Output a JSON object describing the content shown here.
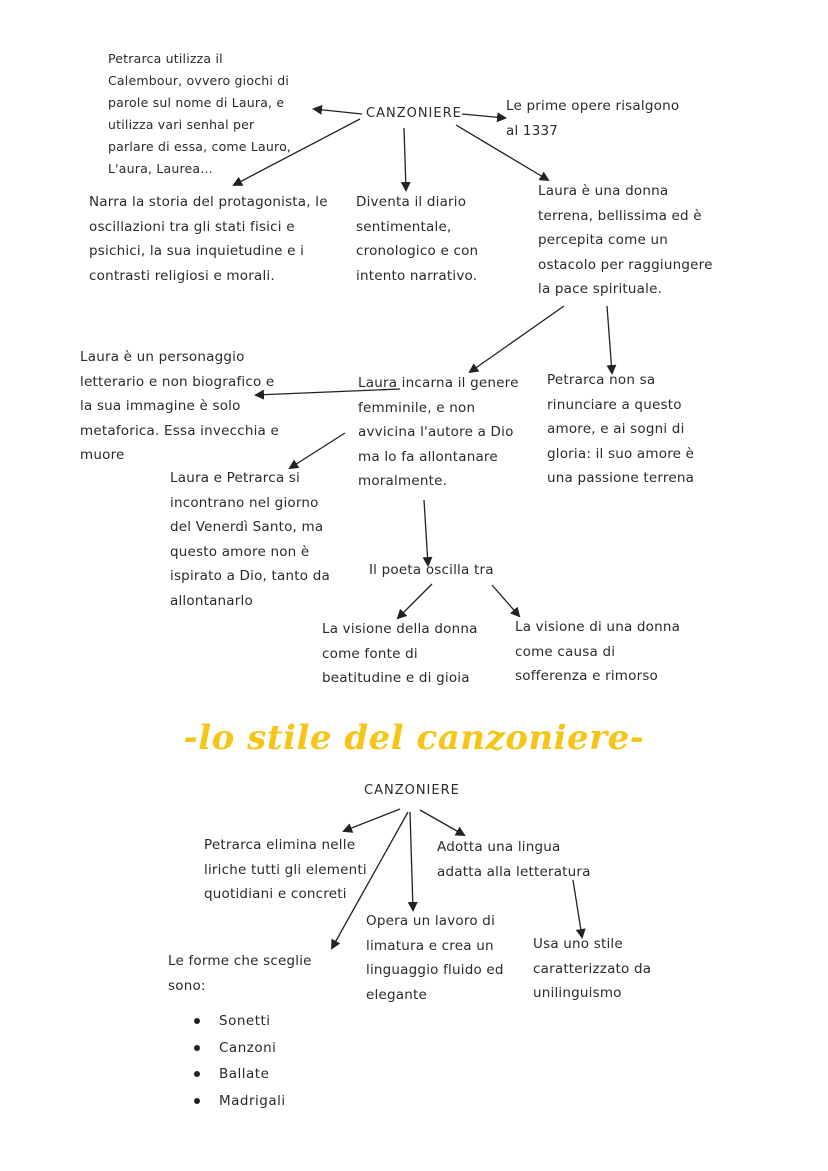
{
  "map1": {
    "center": "CANZONIERE",
    "calembour": "Petrarca utilizza il\nCalembour, ovvero giochi di\nparole sul nome di Laura, e\nutilizza vari senhal per\nparlare di essa, come Lauro,\nL'aura, Laurea...",
    "prime_opere": "Le prime opere risalgono\nal 1337",
    "narra": "Narra la storia del protagonista, le\noscillazioni tra gli stati fisici e\npsichici, la sua inquietudine e i\ncontrasti religiosi e morali.",
    "diario": "Diventa il diario\nsentimentale,\ncronologico e con\nintento narrativo.",
    "laura_donna": "Laura è una donna\nterrena, bellissima ed è\npercepita come un\nostacolo per raggiungere\nla pace spirituale.",
    "laura_personaggio": "Laura è un personaggio\nletterario e non biografico e\nla sua immagine è solo\nmetaforica. Essa invecchia e\nmuore",
    "laura_incarna": "Laura incarna il genere\nfemminile, e non\navvicina l'autore a Dio\nma lo fa allontanare\nmoralmente.",
    "petrarca_rinunciare": "Petrarca non sa\nrinunciare a questo\namore, e ai sogni di\ngloria: il suo amore è\nuna passione terrena",
    "venerdi_santo": "Laura e Petrarca si\nincontrano nel giorno\ndel Venerdì Santo, ma\nquesto amore non è\nispirato a Dio, tanto da\nallontanarlo",
    "poeta_oscilla": "Il poeta oscilla tra",
    "visione_gioia": "La visione della donna\ncome fonte di\nbeatitudine e di gioia",
    "visione_rimorso": "La visione di una donna\ncome causa di\nsofferenza e rimorso"
  },
  "section_title": "-lo stile del canzoniere-",
  "map2": {
    "center": "CANZONIERE",
    "elimina": "Petrarca elimina nelle\nliriche tutti gli elementi\nquotidiani e concreti",
    "lingua": "Adotta una lingua\nadatta alla letteratura",
    "limatura": "Opera un lavoro di\nlimatura e crea un\nlinguaggio fluido ed\nelegante",
    "unilinguismo": "Usa uno stile\ncaratterizzato da\nunilinguismo",
    "forme": "Le forme che sceglie\nsono:",
    "forme_list": [
      "Sonetti",
      "Canzoni",
      "Ballate",
      "Madrigali"
    ]
  },
  "colors": {
    "title": "#f5c518",
    "ink": "#2a2a2a"
  }
}
